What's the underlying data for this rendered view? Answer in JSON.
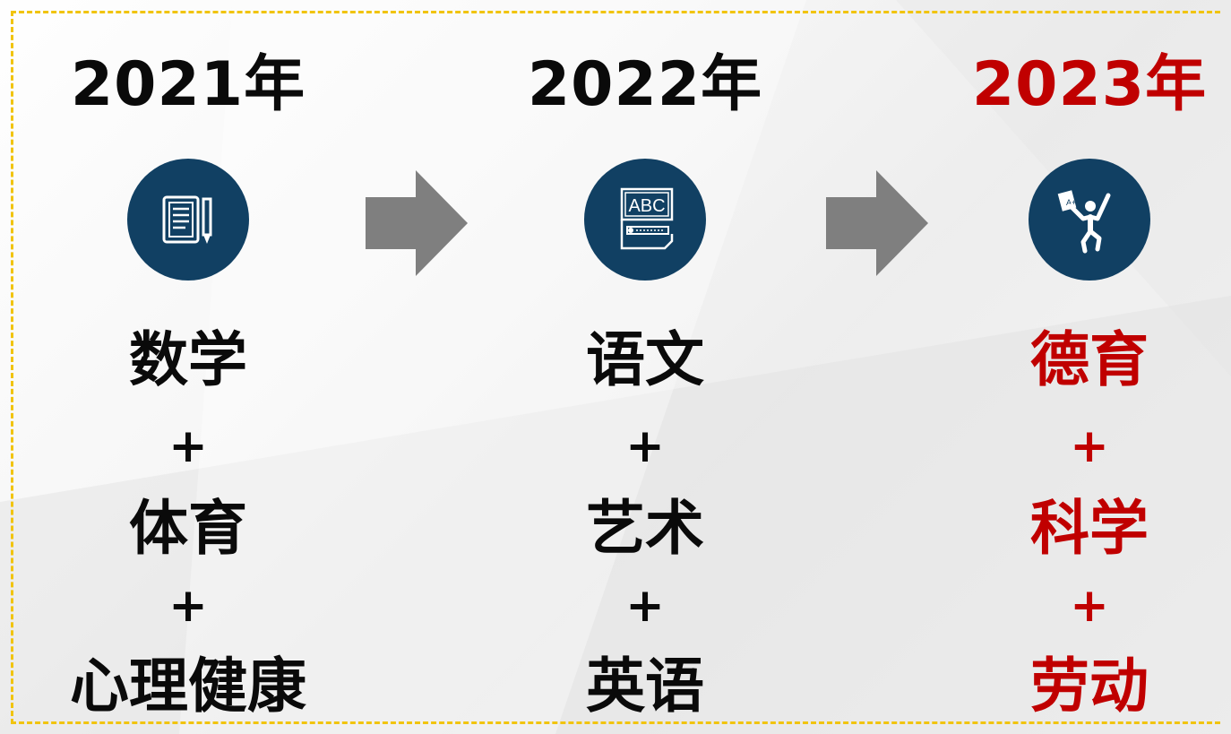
{
  "colors": {
    "accent_red": "#c00000",
    "icon_bg": "#114063",
    "border": "#f1c40f",
    "arrow": "#7f7f7f"
  },
  "columns": [
    {
      "year": "2021年",
      "icon": "document-pencil-icon",
      "subjects": [
        "数学",
        "体育",
        "心理健康"
      ],
      "separator": "+"
    },
    {
      "year": "2022年",
      "icon": "abc-board-icon",
      "subjects": [
        "语文",
        "艺术",
        "英语"
      ],
      "separator": "+"
    },
    {
      "year": "2023年",
      "icon": "student-celebrate-icon",
      "subjects": [
        "德育",
        "科学",
        "劳动"
      ],
      "separator": "+"
    }
  ],
  "arrows": [
    "right-arrow-icon",
    "right-arrow-icon"
  ]
}
